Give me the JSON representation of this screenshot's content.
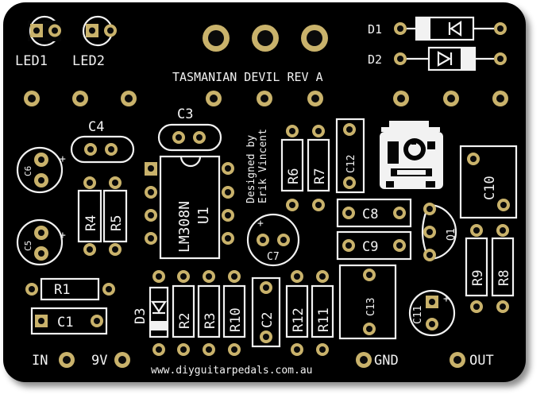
{
  "board": {
    "title": "TASMANIAN DEVIL REV A",
    "designer_line1": "Designed by",
    "designer_line2": "Erik Vincent",
    "website": "www.diyguitarpedals.com.au",
    "colors": {
      "board": "#050505",
      "pad": "#c9b26b",
      "silkscreen": "#f2f2f2"
    }
  },
  "labels": {
    "led1": "LED1",
    "led2": "LED2",
    "d1": "D1",
    "d2": "D2",
    "c1": "C1",
    "c2": "C2",
    "c3": "C3",
    "c4": "C4",
    "c5": "C5",
    "c6": "C6",
    "c7": "C7",
    "c8": "C8",
    "c9": "C9",
    "c10": "C10",
    "c11": "C11",
    "c12": "C12",
    "c13": "C13",
    "r1": "R1",
    "r2": "R2",
    "r3": "R3",
    "r4": "R4",
    "r5": "R5",
    "r6": "R6",
    "r7": "R7",
    "r8": "R8",
    "r9": "R9",
    "r10": "R10",
    "r11": "R11",
    "r12": "R12",
    "d3": "D3",
    "q1": "Q1",
    "ic_part": "LM308N",
    "ic_ref": "U1",
    "in": "IN",
    "v9": "9V",
    "gnd": "GND",
    "out": "OUT",
    "plus": "+"
  }
}
